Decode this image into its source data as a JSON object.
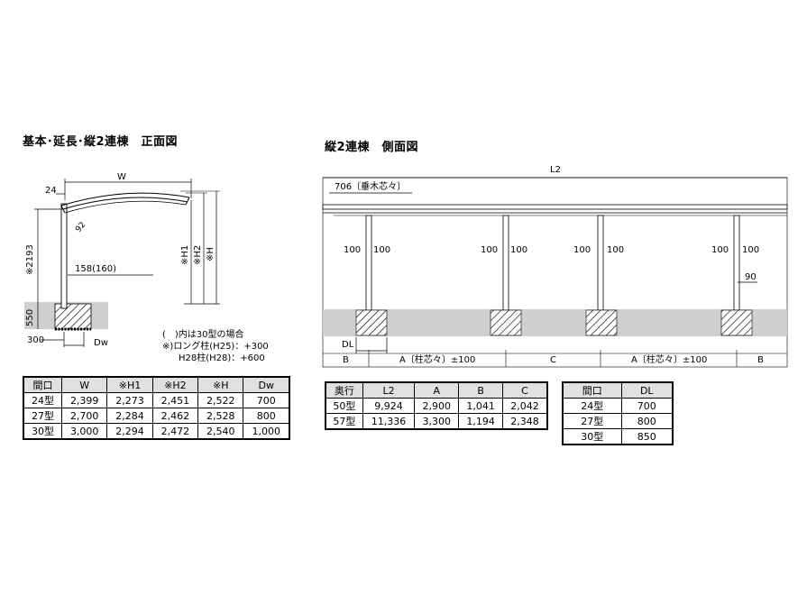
{
  "front_view": {
    "title": "基本･延長･縦2連棟　正面図",
    "dim_W": "W",
    "dim_24": "24",
    "dim_92": "92",
    "dim_2193": "※2193",
    "dim_158": "158(160)",
    "dim_H1": "※H1",
    "dim_H2": "※H2",
    "dim_H": "※H",
    "dim_550": "550",
    "dim_300": "300",
    "dim_Dw": "Dw",
    "note_1": "(　)内は30型の場合",
    "note_2": "※)ロング柱(H25)：+300",
    "note_3": "H28柱(H28)：+600"
  },
  "side_view": {
    "title": "縦2連棟　側面図",
    "dim_L2": "L2",
    "dim_706": "706〔垂木芯々〕",
    "dim_100_a_l": "100",
    "dim_100_a_r": "100",
    "dim_100_b_l": "100",
    "dim_100_b_r": "100",
    "dim_100_c_l": "100",
    "dim_100_c_r": "100",
    "dim_100_d_l": "100",
    "dim_100_d_r": "100",
    "dim_90": "90",
    "dim_DL": "DL",
    "seg_B_left": "B",
    "seg_A_left": "A〔柱芯々〕±100",
    "seg_C": "C",
    "seg_A_right": "A〔柱芯々〕±100",
    "seg_B_right": "B"
  },
  "table_front": {
    "headers": [
      "間口",
      "W",
      "※H1",
      "※H2",
      "※H",
      "Dw"
    ],
    "rows": [
      [
        "24型",
        "2,399",
        "2,273",
        "2,451",
        "2,522",
        "700"
      ],
      [
        "27型",
        "2,700",
        "2,284",
        "2,462",
        "2,528",
        "800"
      ],
      [
        "30型",
        "3,000",
        "2,294",
        "2,472",
        "2,540",
        "1,000"
      ]
    ]
  },
  "table_depth": {
    "headers": [
      "奥行",
      "L2",
      "A",
      "B",
      "C"
    ],
    "rows": [
      [
        "50型",
        "9,924",
        "2,900",
        "1,041",
        "2,042"
      ],
      [
        "57型",
        "11,336",
        "3,300",
        "1,194",
        "2,348"
      ]
    ]
  },
  "table_width": {
    "headers": [
      "間口",
      "DL"
    ],
    "rows": [
      [
        "24型",
        "700"
      ],
      [
        "27型",
        "800"
      ],
      [
        "30型",
        "850"
      ]
    ]
  }
}
